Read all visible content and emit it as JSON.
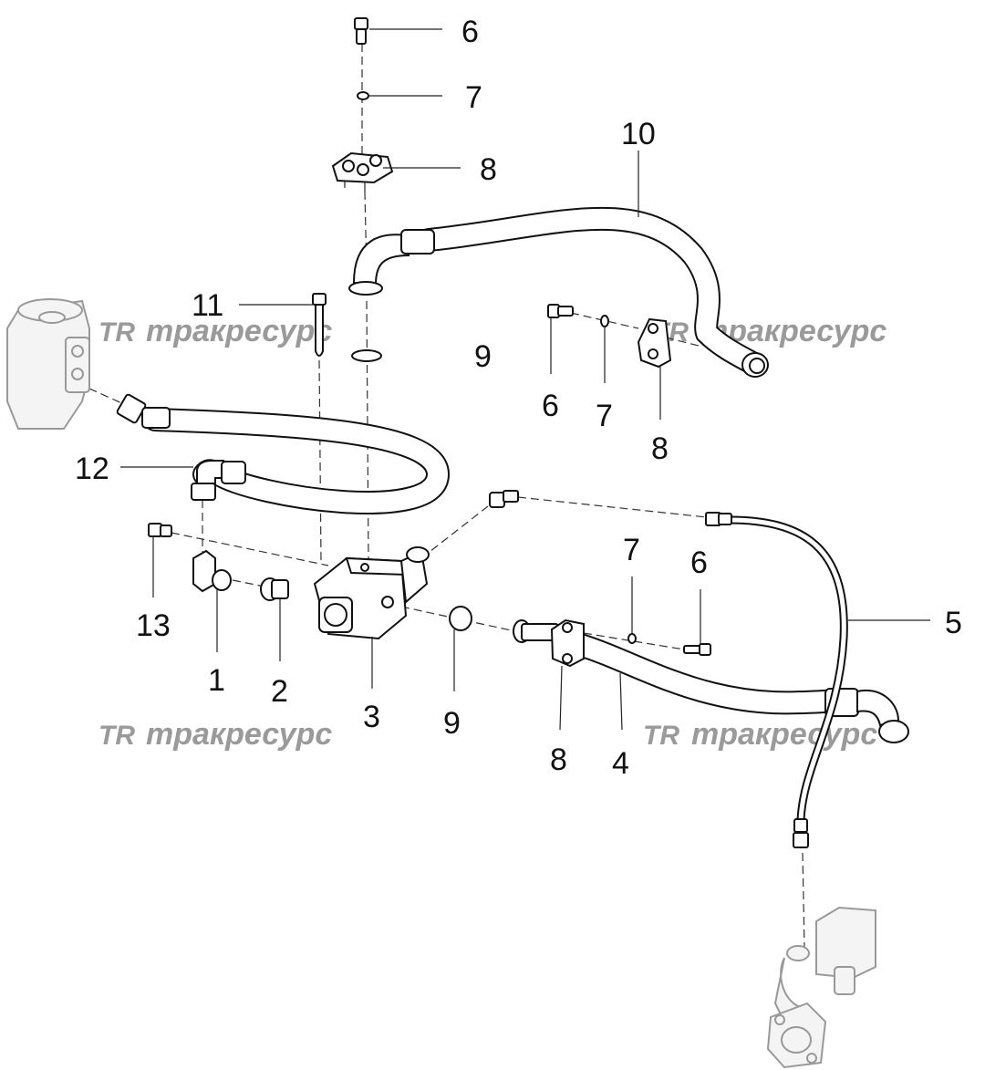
{
  "watermark": {
    "logo": "TR",
    "text": "тракресурс",
    "color": "#9a9a9a"
  },
  "callouts": [
    {
      "id": "c6-top",
      "text": "6"
    },
    {
      "id": "c7-top",
      "text": "7"
    },
    {
      "id": "c8-top",
      "text": "8"
    },
    {
      "id": "c10",
      "text": "10"
    },
    {
      "id": "c11",
      "text": "11"
    },
    {
      "id": "c9-top",
      "text": "9"
    },
    {
      "id": "c6-mid",
      "text": "6"
    },
    {
      "id": "c7-mid",
      "text": "7"
    },
    {
      "id": "c8-mid",
      "text": "8"
    },
    {
      "id": "c12",
      "text": "12"
    },
    {
      "id": "c13",
      "text": "13"
    },
    {
      "id": "c1",
      "text": "1"
    },
    {
      "id": "c2",
      "text": "2"
    },
    {
      "id": "c3",
      "text": "3"
    },
    {
      "id": "c9-bot",
      "text": "9"
    },
    {
      "id": "c7-bot",
      "text": "7"
    },
    {
      "id": "c6-bot",
      "text": "6"
    },
    {
      "id": "c5",
      "text": "5"
    },
    {
      "id": "c8-bot",
      "text": "8"
    },
    {
      "id": "c4",
      "text": "4"
    }
  ]
}
